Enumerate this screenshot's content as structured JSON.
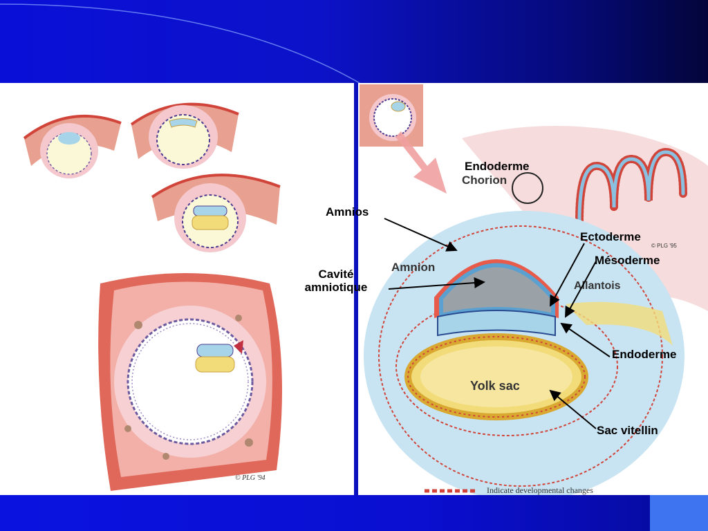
{
  "labels": {
    "endoderme_top": "Endoderme",
    "amnios": "Amnios",
    "ectoderme": "Ectoderme",
    "mesoderme": "Mésoderme",
    "cavite_line1": "Cavité",
    "cavite_line2": "amniotique",
    "endoderme_right": "Endoderme",
    "sac_vitellin": "Sac vitellin"
  },
  "diagram_labels": {
    "chorion": "Chorion",
    "amnion": "Amnion",
    "allantois": "Allantois",
    "yolk_sac": "Yolk sac",
    "copyright_right": "© PLG '95",
    "copyright_left": "© PLG '94"
  },
  "legend": {
    "text": "Indicate developmental changes"
  },
  "colors": {
    "background_blue": "#0a0fd8",
    "uterine_pink": "#e8a090",
    "uterine_red": "#d0443a",
    "amnion_blue": "#a8d4ea",
    "yolk_yellow": "#f2dc7a",
    "cavity_gray": "#9aa2a8",
    "pointer_pink": "#f0a0a0",
    "accent_square": "#3f74f0"
  }
}
